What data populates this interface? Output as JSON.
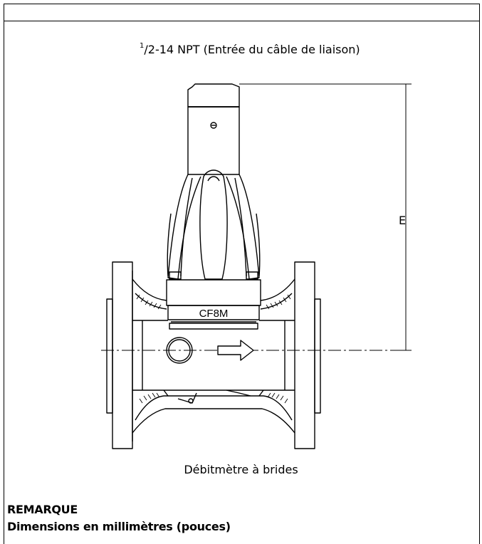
{
  "header_text": {
    "fraction_numerator": "1",
    "fraction_rest": "/2-14 NPT (Entrée du câble de liaison)"
  },
  "dimension_label": "E",
  "body_marking": "CF8M",
  "caption": "Débitmètre à brides",
  "note": {
    "title": "REMARQUE",
    "text": "Dimensions en millimètres (pouces)"
  },
  "colors": {
    "line": "#000000",
    "background": "#ffffff"
  },
  "icons": {
    "flow_direction": "arrow-right-icon"
  }
}
